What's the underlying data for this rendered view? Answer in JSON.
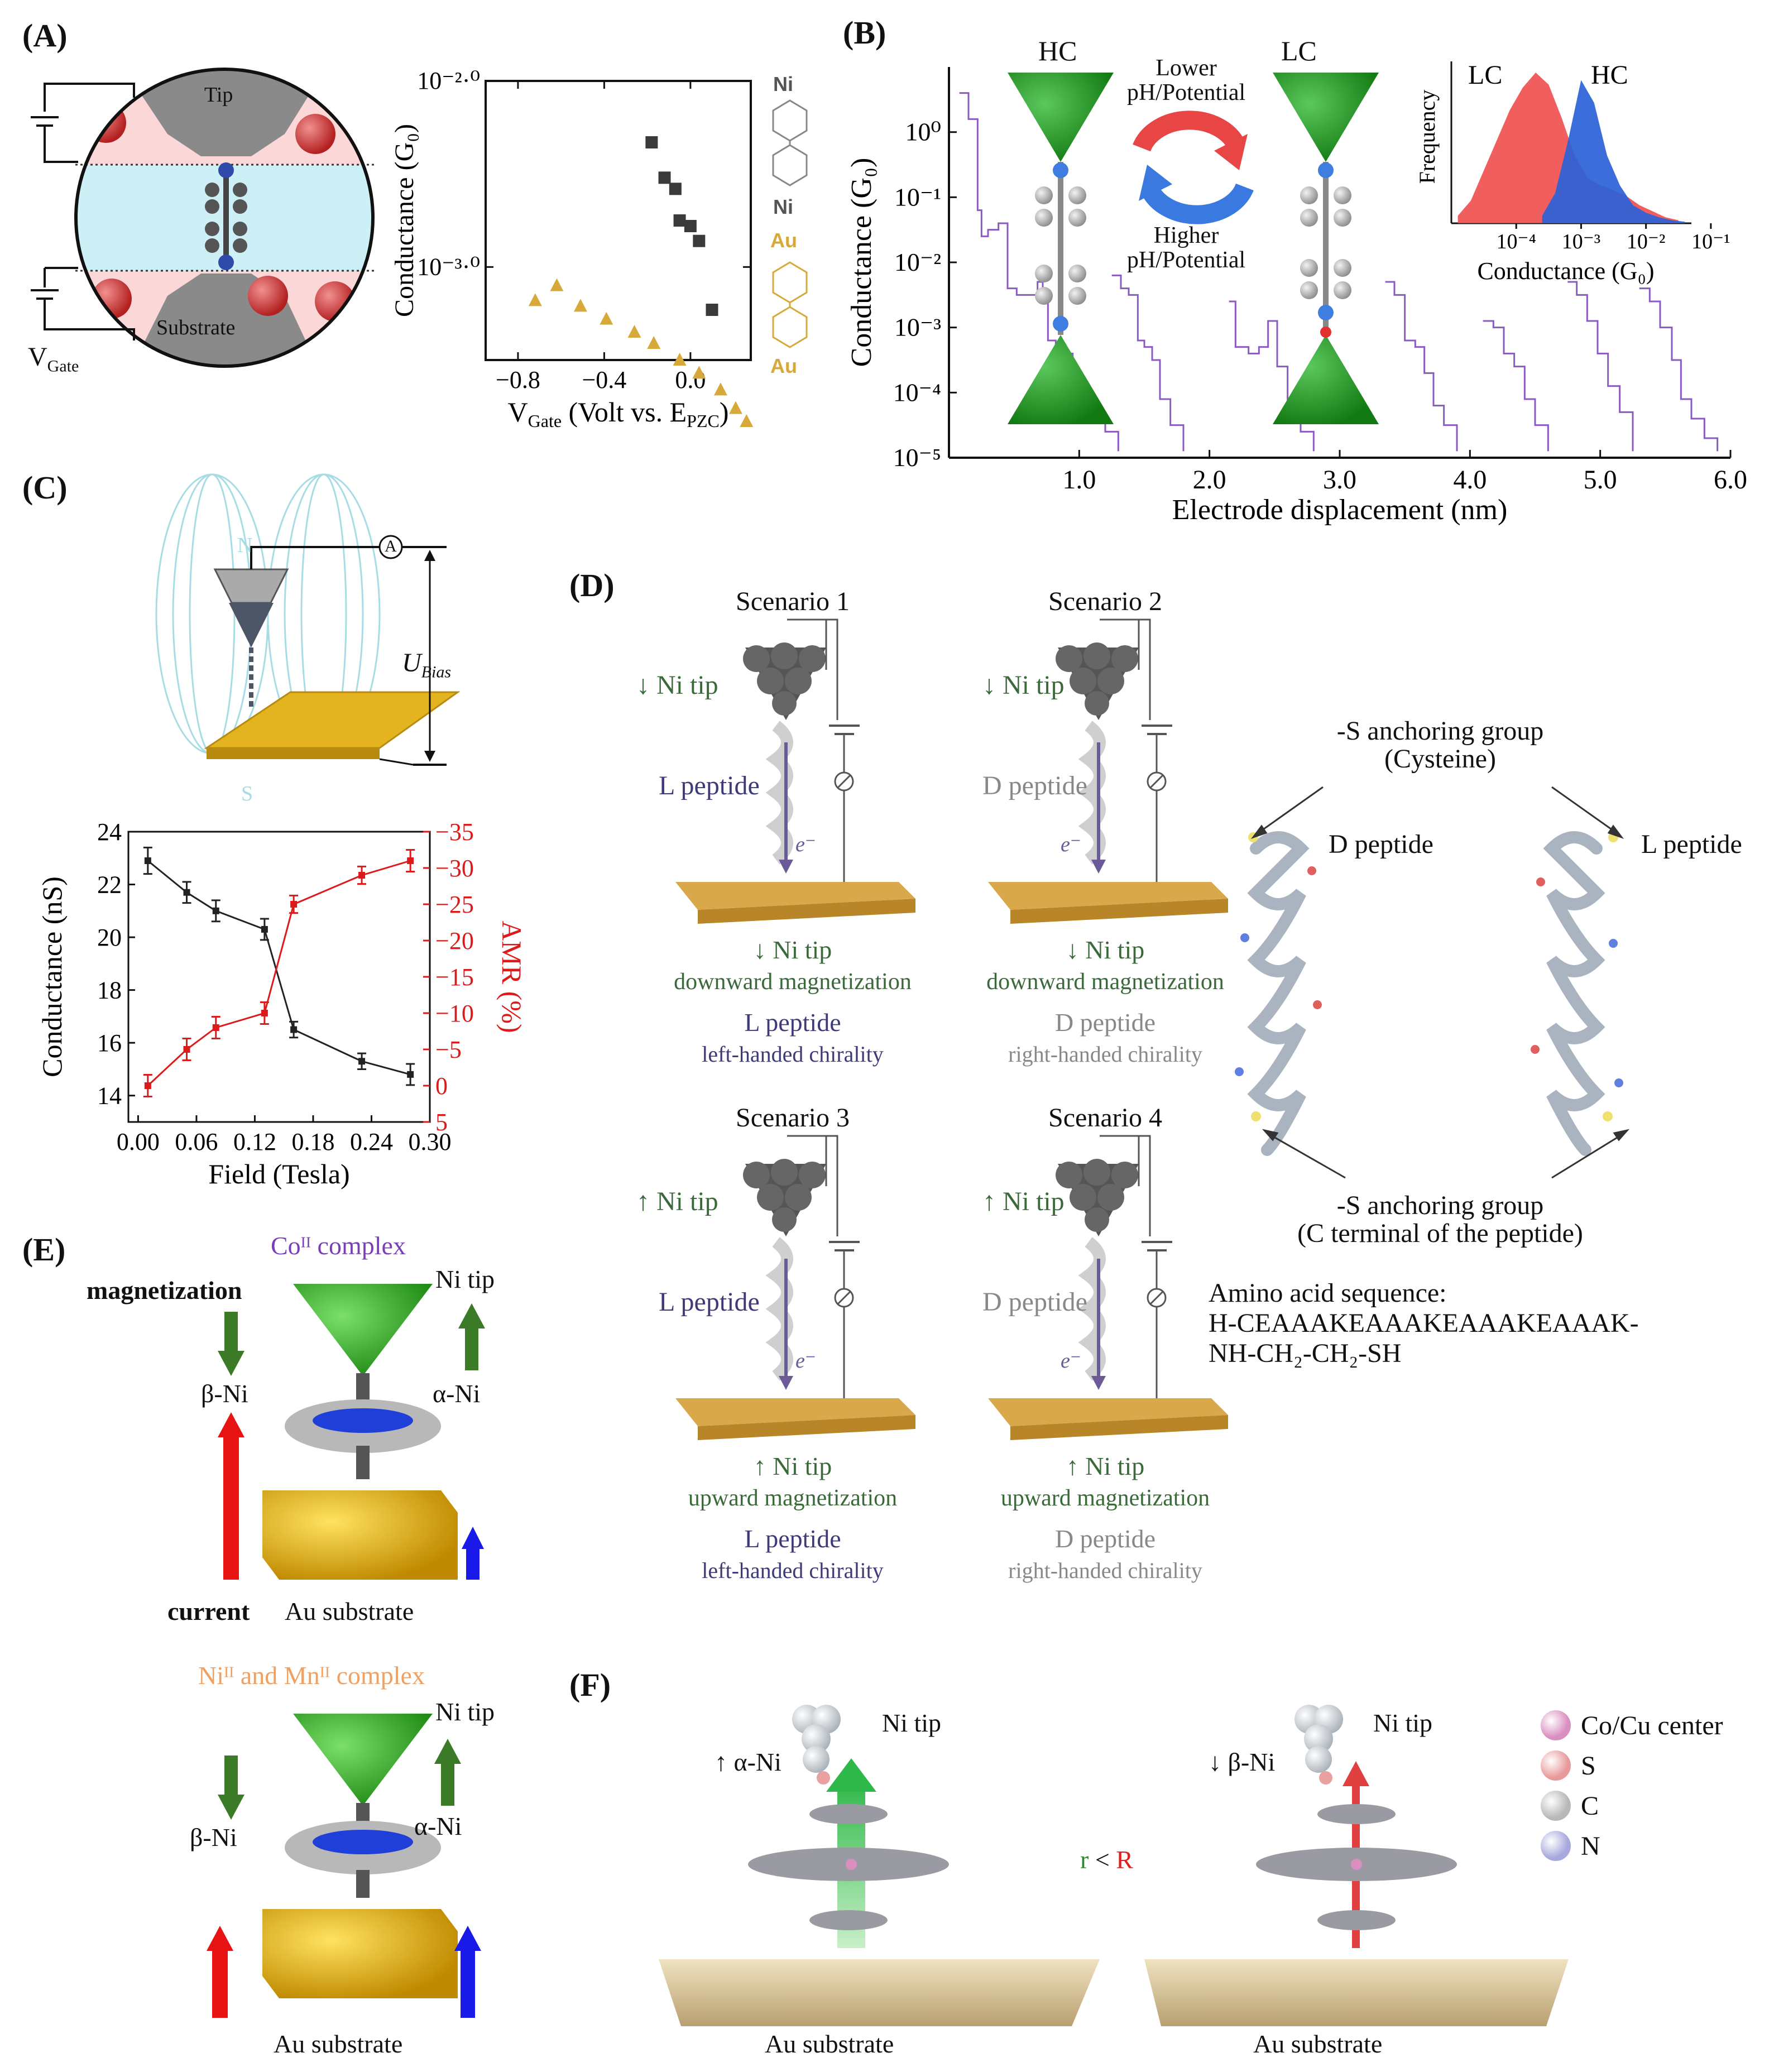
{
  "panels": {
    "A": {
      "label": "(A)",
      "schematic": {
        "tip": "Tip",
        "substrate": "Substrate",
        "gate": "V",
        "gate_sub": "Gate"
      },
      "molecule_labels": {
        "top_ni": "Ni",
        "bottom_ni": "Ni",
        "top_au": "Au",
        "bottom_au": "Au"
      }
    },
    "B": {
      "label": "(B)",
      "hc": "HC",
      "lc": "LC",
      "arrow_top": "Lower",
      "arrow_top2": "pH/Potential",
      "arrow_bottom": "Higher",
      "arrow_bottom2": "pH/Potential",
      "inset": {
        "ylabel": "Frequency",
        "xlabel": "Conductance (G₀)",
        "lc": "LC",
        "hc": "HC",
        "ticks": [
          "10⁻⁴",
          "10⁻³",
          "10⁻²",
          "10⁻¹"
        ]
      }
    },
    "C": {
      "label": "(C)",
      "schematic": {
        "bias": "U",
        "bias_sub": "Bias",
        "ammeter": "A",
        "north": "N",
        "south": "S"
      }
    },
    "D": {
      "label": "(D)",
      "scenarios": [
        {
          "title": "Scenario 1",
          "tip": "↓ Ni tip",
          "peptide": "L peptide",
          "tip_caption": "↓ Ni tip",
          "magnetization": "downward magnetization",
          "pep_caption": "L peptide",
          "chirality": "left-handed chirality"
        },
        {
          "title": "Scenario 2",
          "tip": "↓ Ni tip",
          "peptide": "D peptide",
          "tip_caption": "↓ Ni tip",
          "magnetization": "downward magnetization",
          "pep_caption": "D peptide",
          "chirality": "right-handed chirality"
        },
        {
          "title": "Scenario 3",
          "tip": "↑ Ni tip",
          "peptide": "L peptide",
          "tip_caption": "↑ Ni tip",
          "magnetization": "upward magnetization",
          "pep_caption": "L peptide",
          "chirality": "left-handed chirality"
        },
        {
          "title": "Scenario 4",
          "tip": "↑ Ni tip",
          "peptide": "D peptide",
          "tip_caption": "↑ Ni tip",
          "magnetization": "upward magnetization",
          "pep_caption": "D peptide",
          "chirality": "right-handed chirality"
        }
      ],
      "electron": "e⁻",
      "anchor_top": "-S anchoring group",
      "anchor_top2": "(Cysteine)",
      "d_peptide": "D peptide",
      "l_peptide": "L peptide",
      "anchor_bottom": "-S anchoring group",
      "anchor_bottom2": "(C terminal of the peptide)",
      "sequence_title": "Amino acid sequence:",
      "sequence_line1": "H-CEAAAKEAAAKEAAAKEAAAK-",
      "sequence_line2": "NH-CH₂-CH₂-SH"
    },
    "E": {
      "label": "(E)",
      "top": {
        "complex": "Coᴵᴵ complex",
        "magnetization": "magnetization",
        "ni_tip": "Ni tip",
        "beta": "β-Ni",
        "alpha": "α-Ni",
        "current": "current",
        "au": "Au substrate"
      },
      "bottom": {
        "complex": "Niᴵᴵ and Mnᴵᴵ complex",
        "ni_tip": "Ni tip",
        "beta": "β-Ni",
        "alpha": "α-Ni",
        "au": "Au substrate"
      }
    },
    "F": {
      "label": "(F)",
      "left": {
        "tip": "Ni tip",
        "alpha": "↑ α-Ni",
        "au": "Au substrate"
      },
      "right": {
        "tip": "Ni tip",
        "beta": "↓ β-Ni",
        "au": "Au substrate"
      },
      "relation_r": "r",
      "relation_lt": "<",
      "relation_R": "R",
      "legend": [
        {
          "label": "Co/Cu center",
          "color": "#d98fbf"
        },
        {
          "label": "S",
          "color": "#e89a9a"
        },
        {
          "label": "C",
          "color": "#b8b8b8"
        },
        {
          "label": "N",
          "color": "#a8a8dd"
        }
      ]
    }
  },
  "chart_data": [
    {
      "id": "A",
      "type": "scatter",
      "xlabel": "V",
      "xlabel_sub": "Gate",
      "xlabel_rest": " (Volt vs. E",
      "xlabel_sub2": "PZC",
      "xlabel_end": ")",
      "ylabel": "Conductance (G₀)",
      "xlim": [
        -0.95,
        0.28
      ],
      "ylim_log10": [
        -3.5,
        -2.0
      ],
      "xticks": [
        -0.8,
        -0.4,
        0.0
      ],
      "xtick_labels": [
        "−0.8",
        "−0.4",
        "0.0"
      ],
      "yticks_log10": [
        -3.0,
        -2.0
      ],
      "ytick_labels": [
        "10⁻³·⁰",
        "10⁻²·⁰"
      ],
      "series": [
        {
          "name": "Ni",
          "marker": "square",
          "color": "#3a3a3a",
          "x": [
            -0.18,
            -0.12,
            -0.07,
            -0.05,
            0.0,
            0.04,
            0.1
          ],
          "y_log10": [
            -2.33,
            -2.52,
            -2.58,
            -2.75,
            -2.78,
            -2.86,
            -3.23
          ]
        },
        {
          "name": "Au",
          "marker": "triangle",
          "color": "#d7a93a",
          "x": [
            -0.72,
            -0.62,
            -0.51,
            -0.39,
            -0.26,
            -0.17,
            -0.05,
            0.04,
            0.14,
            0.21,
            0.26
          ],
          "y_log10": [
            -3.18,
            -3.1,
            -3.21,
            -3.28,
            -3.35,
            -3.41,
            -3.5,
            -3.57,
            -3.66,
            -3.76,
            -3.83
          ]
        }
      ]
    },
    {
      "id": "B",
      "type": "line",
      "xlabel": "Electrode displacement (nm)",
      "ylabel": "Conductance (G₀)",
      "xlim": [
        0.0,
        6.0
      ],
      "ylim_log10": [
        -5,
        1
      ],
      "xticks": [
        1.0,
        2.0,
        3.0,
        4.0,
        5.0,
        6.0
      ],
      "xtick_labels": [
        "1.0",
        "2.0",
        "3.0",
        "4.0",
        "5.0",
        "6.0"
      ],
      "yticks_log10": [
        0,
        -1,
        -2,
        -3,
        -4,
        -5
      ],
      "ytick_labels": [
        "10⁰",
        "10⁻¹",
        "10⁻²",
        "10⁻³",
        "10⁻⁴",
        "10⁻⁵"
      ],
      "color": "#8a5cc2",
      "traces": [
        {
          "x": [
            0.08,
            0.15,
            0.22,
            0.25,
            0.3,
            0.38,
            0.45,
            0.52,
            0.6,
            0.68,
            0.72,
            0.76,
            0.82,
            0.86,
            0.9,
            0.95,
            1.02,
            1.1,
            1.2,
            1.3
          ],
          "y_log10": [
            0.6,
            0.2,
            -1.2,
            -1.6,
            -1.5,
            -1.4,
            -2.4,
            -2.5,
            -2.5,
            -2.3,
            -2.5,
            -3.2,
            -3.3,
            -3.3,
            -3.4,
            -3.9,
            -4.2,
            -4.4,
            -4.6,
            -4.9
          ]
        },
        {
          "x": [
            1.25,
            1.32,
            1.38,
            1.45,
            1.5,
            1.56,
            1.62,
            1.7,
            1.8
          ],
          "y_log10": [
            -2.2,
            -2.4,
            -2.5,
            -3.2,
            -3.3,
            -3.5,
            -4.1,
            -4.5,
            -4.9
          ]
        },
        {
          "x": [
            2.15,
            2.2,
            2.3,
            2.38,
            2.45,
            2.52,
            2.6,
            2.7,
            2.8
          ],
          "y_log10": [
            -2.6,
            -3.3,
            -3.4,
            -3.3,
            -2.9,
            -3.6,
            -4.2,
            -4.6,
            -4.9
          ]
        },
        {
          "x": [
            3.35,
            3.42,
            3.5,
            3.58,
            3.65,
            3.72,
            3.8,
            3.9
          ],
          "y_log10": [
            -2.3,
            -2.5,
            -3.2,
            -3.3,
            -3.7,
            -4.2,
            -4.5,
            -4.9
          ]
        },
        {
          "x": [
            4.1,
            4.18,
            4.26,
            4.34,
            4.42,
            4.5,
            4.6
          ],
          "y_log10": [
            -2.9,
            -3.0,
            -3.4,
            -3.6,
            -4.1,
            -4.5,
            -4.9
          ]
        },
        {
          "x": [
            4.75,
            4.82,
            4.9,
            4.98,
            5.06,
            5.15,
            5.25
          ],
          "y_log10": [
            -2.3,
            -2.5,
            -2.9,
            -3.4,
            -3.9,
            -4.3,
            -4.9
          ]
        },
        {
          "x": [
            5.3,
            5.38,
            5.46,
            5.55,
            5.62,
            5.7,
            5.8,
            5.9
          ],
          "y_log10": [
            -2.4,
            -2.6,
            -3.0,
            -3.5,
            -4.1,
            -4.4,
            -4.7,
            -4.9
          ]
        }
      ]
    },
    {
      "id": "B-inset",
      "type": "area",
      "xlabel": "Conductance (G₀)",
      "ylabel": "Frequency",
      "series": [
        {
          "name": "LC",
          "color": "#f05050",
          "x_log10": [
            -4.9,
            -4.7,
            -4.5,
            -4.3,
            -4.1,
            -3.9,
            -3.7,
            -3.5,
            -3.3,
            -3.1,
            -2.9,
            -2.7,
            -2.5,
            -2.3,
            -2.1,
            -1.9,
            -1.7,
            -1.5
          ],
          "y": [
            0.05,
            0.15,
            0.35,
            0.55,
            0.75,
            0.9,
            1.0,
            0.92,
            0.7,
            0.45,
            0.3,
            0.25,
            0.22,
            0.18,
            0.12,
            0.08,
            0.04,
            0.02
          ]
        },
        {
          "name": "HC",
          "color": "#2a62d8",
          "x_log10": [
            -3.6,
            -3.4,
            -3.2,
            -3.0,
            -2.8,
            -2.6,
            -2.4,
            -2.2,
            -2.0,
            -1.8,
            -1.6,
            -1.4
          ],
          "y": [
            0.05,
            0.2,
            0.55,
            0.95,
            0.8,
            0.45,
            0.25,
            0.12,
            0.07,
            0.04,
            0.02,
            0.01
          ]
        }
      ]
    },
    {
      "id": "C",
      "type": "line",
      "xlabel": "Field (Tesla)",
      "ylabel": "Conductance (nS)",
      "ylabel_right": "AMR (%)",
      "xlim": [
        -0.01,
        0.3
      ],
      "xticks": [
        0.0,
        0.06,
        0.12,
        0.18,
        0.24,
        0.3
      ],
      "xtick_labels": [
        "0.00",
        "0.06",
        "0.12",
        "0.18",
        "0.24",
        "0.30"
      ],
      "ylim": [
        13,
        24
      ],
      "yticks": [
        14,
        16,
        18,
        20,
        22,
        24
      ],
      "ylim_right": [
        5,
        -35
      ],
      "yticks_right": [
        5,
        0,
        -5,
        -10,
        -15,
        -20,
        -25,
        -30,
        -35
      ],
      "ytick_labels_right": [
        "5",
        "0",
        "−5",
        "−10",
        "−15",
        "−20",
        "−25",
        "−30",
        "−35"
      ],
      "series": [
        {
          "name": "Conductance",
          "color": "#222222",
          "axis": "left",
          "x": [
            0.01,
            0.05,
            0.08,
            0.13,
            0.16,
            0.23,
            0.28
          ],
          "y": [
            22.9,
            21.7,
            21.0,
            20.3,
            16.5,
            15.3,
            14.8
          ],
          "err": [
            0.5,
            0.4,
            0.4,
            0.4,
            0.3,
            0.3,
            0.4
          ]
        },
        {
          "name": "AMR",
          "color": "#dd1a1a",
          "axis": "right",
          "x": [
            0.01,
            0.05,
            0.08,
            0.13,
            0.16,
            0.23,
            0.28
          ],
          "y": [
            0,
            -5,
            -8,
            -10,
            -25,
            -29,
            -31
          ],
          "err": [
            1.5,
            1.5,
            1.5,
            1.5,
            1.2,
            1.2,
            1.5
          ]
        }
      ]
    }
  ]
}
